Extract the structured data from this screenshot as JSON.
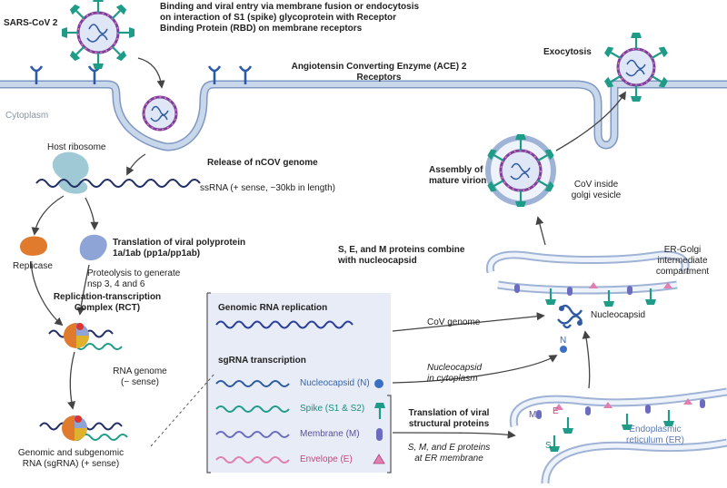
{
  "colors": {
    "membrane": "#c9d7ea",
    "membrane_edge": "#7e98c3",
    "panel": "#e8ecf6",
    "receptor": "#2a5aa8",
    "spike": "#1f9c88",
    "rna": "#2a3f9a",
    "viral_rna": "#232f66",
    "nucleocapsid_rna": "#2d5aa0",
    "replicase": "#e07a2c",
    "polyprotein": "#8ea3d6",
    "ribosome": "#9fc9d4",
    "envelope": "#e07fb0",
    "membrane_protein": "#6b6cc0",
    "arrow": "#444444"
  },
  "labels": {
    "sars_cov2": "SARS-CoV 2",
    "entry_line1": "Binding and viral entry via membrane fusion or endocytosis",
    "entry_line2": "on interaction of S1 (spike) glycoprotein with Receptor",
    "entry_line3": "Binding Protein (RBD) on membrane receptors",
    "ace2_line1": "Angiotensin Converting Enzyme (ACE) 2",
    "ace2_line2": "Receptors",
    "exocytosis": "Exocytosis",
    "cytoplasm": "Cytoplasm",
    "host_ribosome": "Host ribosome",
    "release": "Release of nCOV genome",
    "ssrna": "ssRNA (+ sense, ~30kb in length)",
    "replicase": "Replicase",
    "translation_line1": "Translation of viral polyprotein",
    "translation_line2": "1a/1ab (pp1a/pp1ab)",
    "proteolysis_line1": "Proteolysis to generate",
    "proteolysis_line2": "nsp 3, 4 and 6",
    "rct_line1": "Replication-transcription",
    "rct_line2": "Complex (RCT)",
    "rna_genome_line1": "RNA genome",
    "rna_genome_line2": "(− sense)",
    "sgrna_line1": "Genomic and subgenomic",
    "sgrna_line2": "RNA (sgRNA) (+ sense)",
    "assembly_line1": "Assembly of",
    "assembly_line2": "mature virion",
    "cov_golgi_line1": "CoV inside",
    "cov_golgi_line2": "golgi vesicle",
    "sem_line1": "S, E, and M proteins combine",
    "sem_line2": "with nucleocapsid",
    "ergolgi_line1": "ER-Golgi",
    "ergolgi_line2": "intermediate",
    "ergolgi_line3": "compartment",
    "nucleocapsid": "Nucleocapsid",
    "cov_genome": "CoV genome",
    "nucleocapsid_cyto_line1": "Nucleocapsid",
    "nucleocapsid_cyto_line2": "in cytoplasm",
    "translation_struct_line1": "Translation of viral",
    "translation_struct_line2": "structural proteins",
    "sme_er_line1": "S, M, and E proteins",
    "sme_er_line2": "at ER membrane",
    "er_line1": "Endoplasmic",
    "er_line2": "reticulum (ER)",
    "letter_n": "N",
    "letter_m": "M",
    "letter_e": "E",
    "letter_s": "S"
  },
  "panel": {
    "genomic_replication": "Genomic RNA replication",
    "sgrna_transcription": "sgRNA transcription",
    "nucleocapsid_n": "Nucleocapsid (N)",
    "spike_s": "Spike (S1 & S2)",
    "membrane_m": "Membrane (M)",
    "envelope_e": "Envelope (E)"
  }
}
